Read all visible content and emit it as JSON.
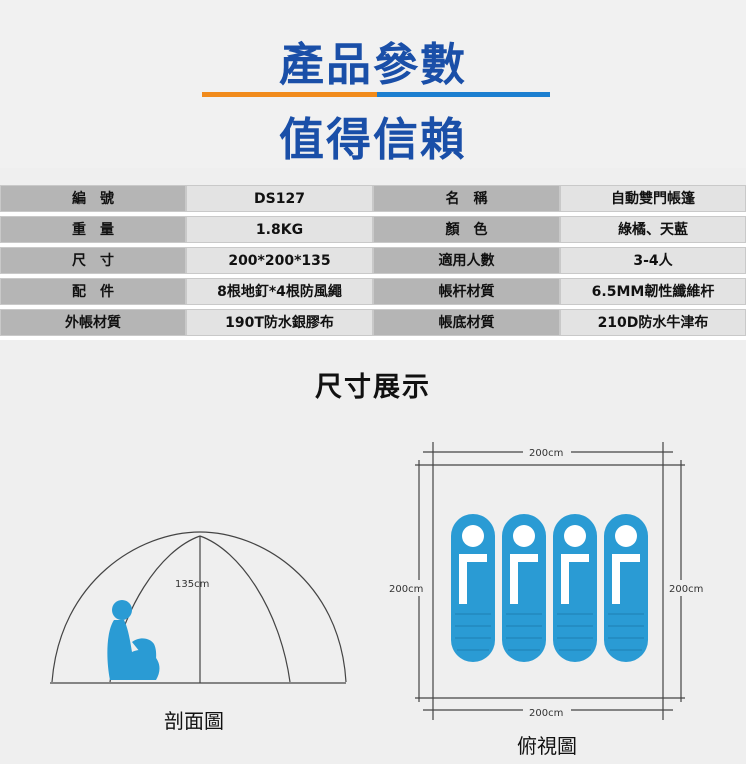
{
  "header": {
    "title_line1": "產品參數",
    "title_line2": "值得信賴"
  },
  "specs": {
    "rows": [
      {
        "l1": "編　號",
        "v1": "DS127",
        "l2": "名　稱",
        "v2": "自動雙門帳篷"
      },
      {
        "l1": "重　量",
        "v1": "1.8KG",
        "l2": "顏　色",
        "v2": "綠橘、天藍"
      },
      {
        "l1": "尺　寸",
        "v1": "200*200*135",
        "l2": "適用人數",
        "v2": "3-4人"
      },
      {
        "l1": "配　件",
        "v1": "8根地釘*4根防風繩",
        "l2": "帳杆材質",
        "v2": "6.5MM韌性纖維杆"
      },
      {
        "l1": "外帳材質",
        "v1": "190T防水銀膠布",
        "l2": "帳底材質",
        "v2": "210D防水牛津布"
      }
    ]
  },
  "dimensions": {
    "title": "尺寸展示",
    "section_view": {
      "height_label": "135cm",
      "caption": "剖面圖"
    },
    "top_view": {
      "top_label": "200cm",
      "bottom_label": "200cm",
      "left_label": "200cm",
      "right_label": "200cm",
      "caption": "俯視圖",
      "sleeping_bag_count": 4
    }
  },
  "colors": {
    "title_blue": "#1a4fa8",
    "accent_orange": "#f18b1c",
    "accent_blue": "#1c7fd0",
    "figure_blue": "#2a9bd4"
  }
}
